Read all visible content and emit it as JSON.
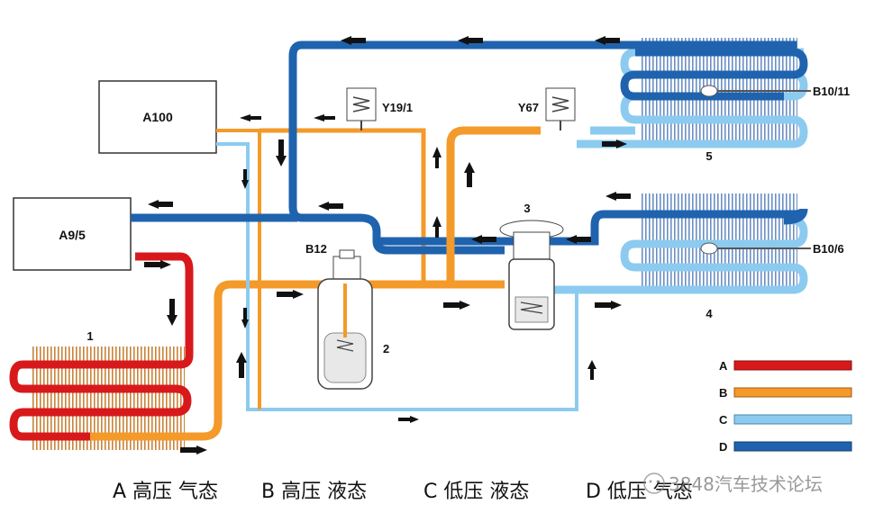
{
  "components": {
    "a100": "A100",
    "a95": "A9/5",
    "b12": "B12",
    "y191": "Y19/1",
    "y67": "Y67",
    "b1011": "B10/11",
    "b106": "B10/6",
    "n1": "1",
    "n2": "2",
    "n3": "3",
    "n4": "4",
    "n5": "5"
  },
  "legend": [
    {
      "letter": "A",
      "color": "#d7191c"
    },
    {
      "letter": "B",
      "color": "#f39a2a"
    },
    {
      "letter": "C",
      "color": "#8ccbef"
    },
    {
      "letter": "D",
      "color": "#1f63ae"
    }
  ],
  "captions": {
    "a": "A 高压 气态",
    "b": "B 高压 液态",
    "c": "C 低压 液态",
    "d": "D 低压 气态"
  },
  "watermark": "3848汽车技术论坛",
  "colors": {
    "red": "#d7191c",
    "orange": "#f39a2a",
    "lightblue": "#8ccbef",
    "blue": "#1f63ae",
    "fin": "#c8833a"
  }
}
